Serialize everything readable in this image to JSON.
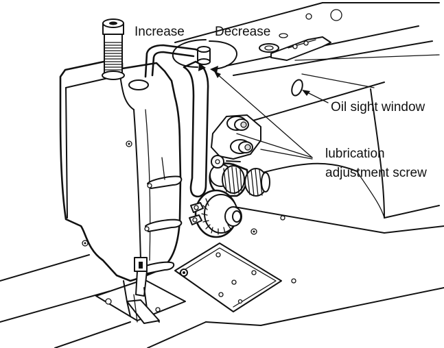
{
  "diagram": {
    "labels": {
      "increase": "Increase",
      "decrease": "Decrease",
      "oil_window": "Oil sight window",
      "screw_line1": "lubrication",
      "screw_line2": "adjustment screw"
    },
    "colors": {
      "ink": "#111111",
      "paper": "#ffffff"
    }
  }
}
